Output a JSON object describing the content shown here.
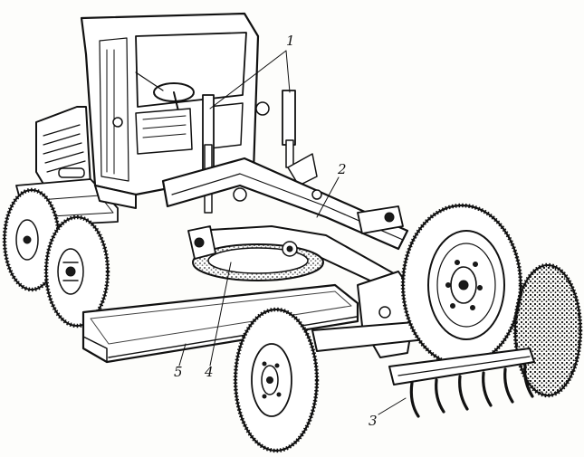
{
  "callouts": {
    "c1": "1",
    "c2": "2",
    "c3": "3",
    "c4": "4",
    "c5": "5"
  },
  "colors": {
    "ink": "#111111",
    "paper": "#fdfdfb"
  }
}
